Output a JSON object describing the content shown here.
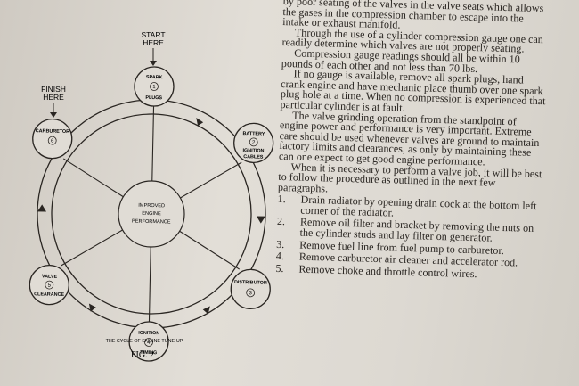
{
  "diagram": {
    "start_line1": "START",
    "start_line2": "HERE",
    "finish_line1": "FINISH",
    "finish_line2": "HERE",
    "center_line1": "IMPROVED",
    "center_line2": "ENGINE",
    "center_line3": "PERFORMANCE",
    "caption": "THE CYCLE OF ENGINE TUNE-UP",
    "figure_label": "FIG. 2",
    "nodes": [
      {
        "top": "SPARK",
        "num": "1",
        "bottom": "PLUGS",
        "bottom2": ""
      },
      {
        "top": "BATTERY",
        "num": "2",
        "bottom": "IGNITION",
        "bottom2": "CABLES"
      },
      {
        "top": "DISTRIBUTOR",
        "num": "3",
        "bottom": "",
        "bottom2": ""
      },
      {
        "top": "IGNITION",
        "num": "4",
        "bottom": "TIMING",
        "bottom2": ""
      },
      {
        "top": "VALVE",
        "num": "5",
        "bottom": "CLEARANCE",
        "bottom2": ""
      },
      {
        "top": "CARBURETOR",
        "num": "6",
        "bottom": "",
        "bottom2": ""
      }
    ]
  },
  "text": {
    "p1": "by poor seating of the valves in the valve seats which allows the gases in the compression chamber to escape into the intake or exhaust manifold.",
    "p2": "Through the use of a cylinder compression gauge one can readily determine which valves are not properly seating.",
    "p3": "Compression gauge readings should all be within 10 pounds of each other and not less than 70 lbs.",
    "p4": "If no gauge is available, remove all spark plugs, hand crank engine and have mechanic place thumb over one spark plug hole at a time. When no compression is experienced that particular cylinder is at fault.",
    "p5": "The valve grinding operation from the standpoint of engine power and performance is very important. Extreme care should be used whenever valves are ground to maintain factory limits and clearances, as only by maintaining these can one expect to get good engine performance.",
    "p6": "When it is necessary to perform a valve job, it will be best to follow the procedure as outlined in the next few paragraphs.",
    "steps": [
      {
        "n": "1.",
        "t": "Drain radiator by opening drain cock at the bottom left corner of the radiator."
      },
      {
        "n": "2.",
        "t": "Remove oil filter and bracket by removing the nuts on the cylinder studs and lay filter on generator."
      },
      {
        "n": "3.",
        "t": "Remove fuel line from fuel pump to carburetor."
      },
      {
        "n": "4.",
        "t": "Remove carburetor air cleaner and accelerator rod."
      },
      {
        "n": "5.",
        "t": "Remove choke and throttle control wires."
      }
    ]
  }
}
